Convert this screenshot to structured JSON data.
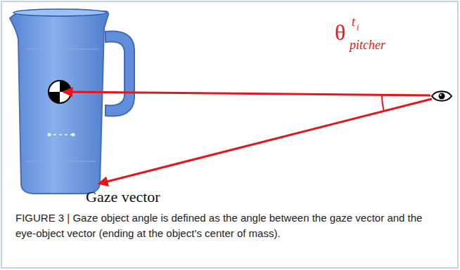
{
  "diagram": {
    "caption": "FIGURE 3 | Gaze object angle is defined as the angle between the gaze vector and the eye-object vector (ending at the object’s center of mass).",
    "labels": [
      "θ",
      "t",
      "i",
      "pitcher",
      "Gaze vector"
    ]
  }
}
